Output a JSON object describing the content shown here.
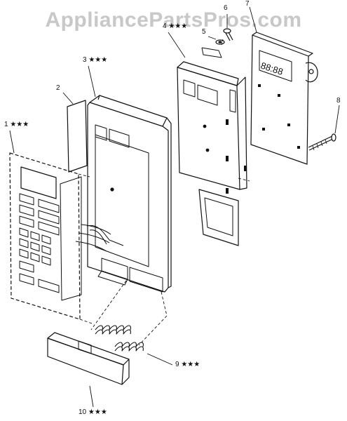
{
  "watermark": "AppliancePartsPros.com",
  "callouts": {
    "c1": "1 ★★★",
    "c2": "2",
    "c3": "3 ★★★",
    "c4": "4 ★★★",
    "c5": "5",
    "c6": "6",
    "c7": "7",
    "c8": "8",
    "c9": "9 ★★★",
    "c10": "10 ★★★"
  },
  "display_text": "88:88"
}
